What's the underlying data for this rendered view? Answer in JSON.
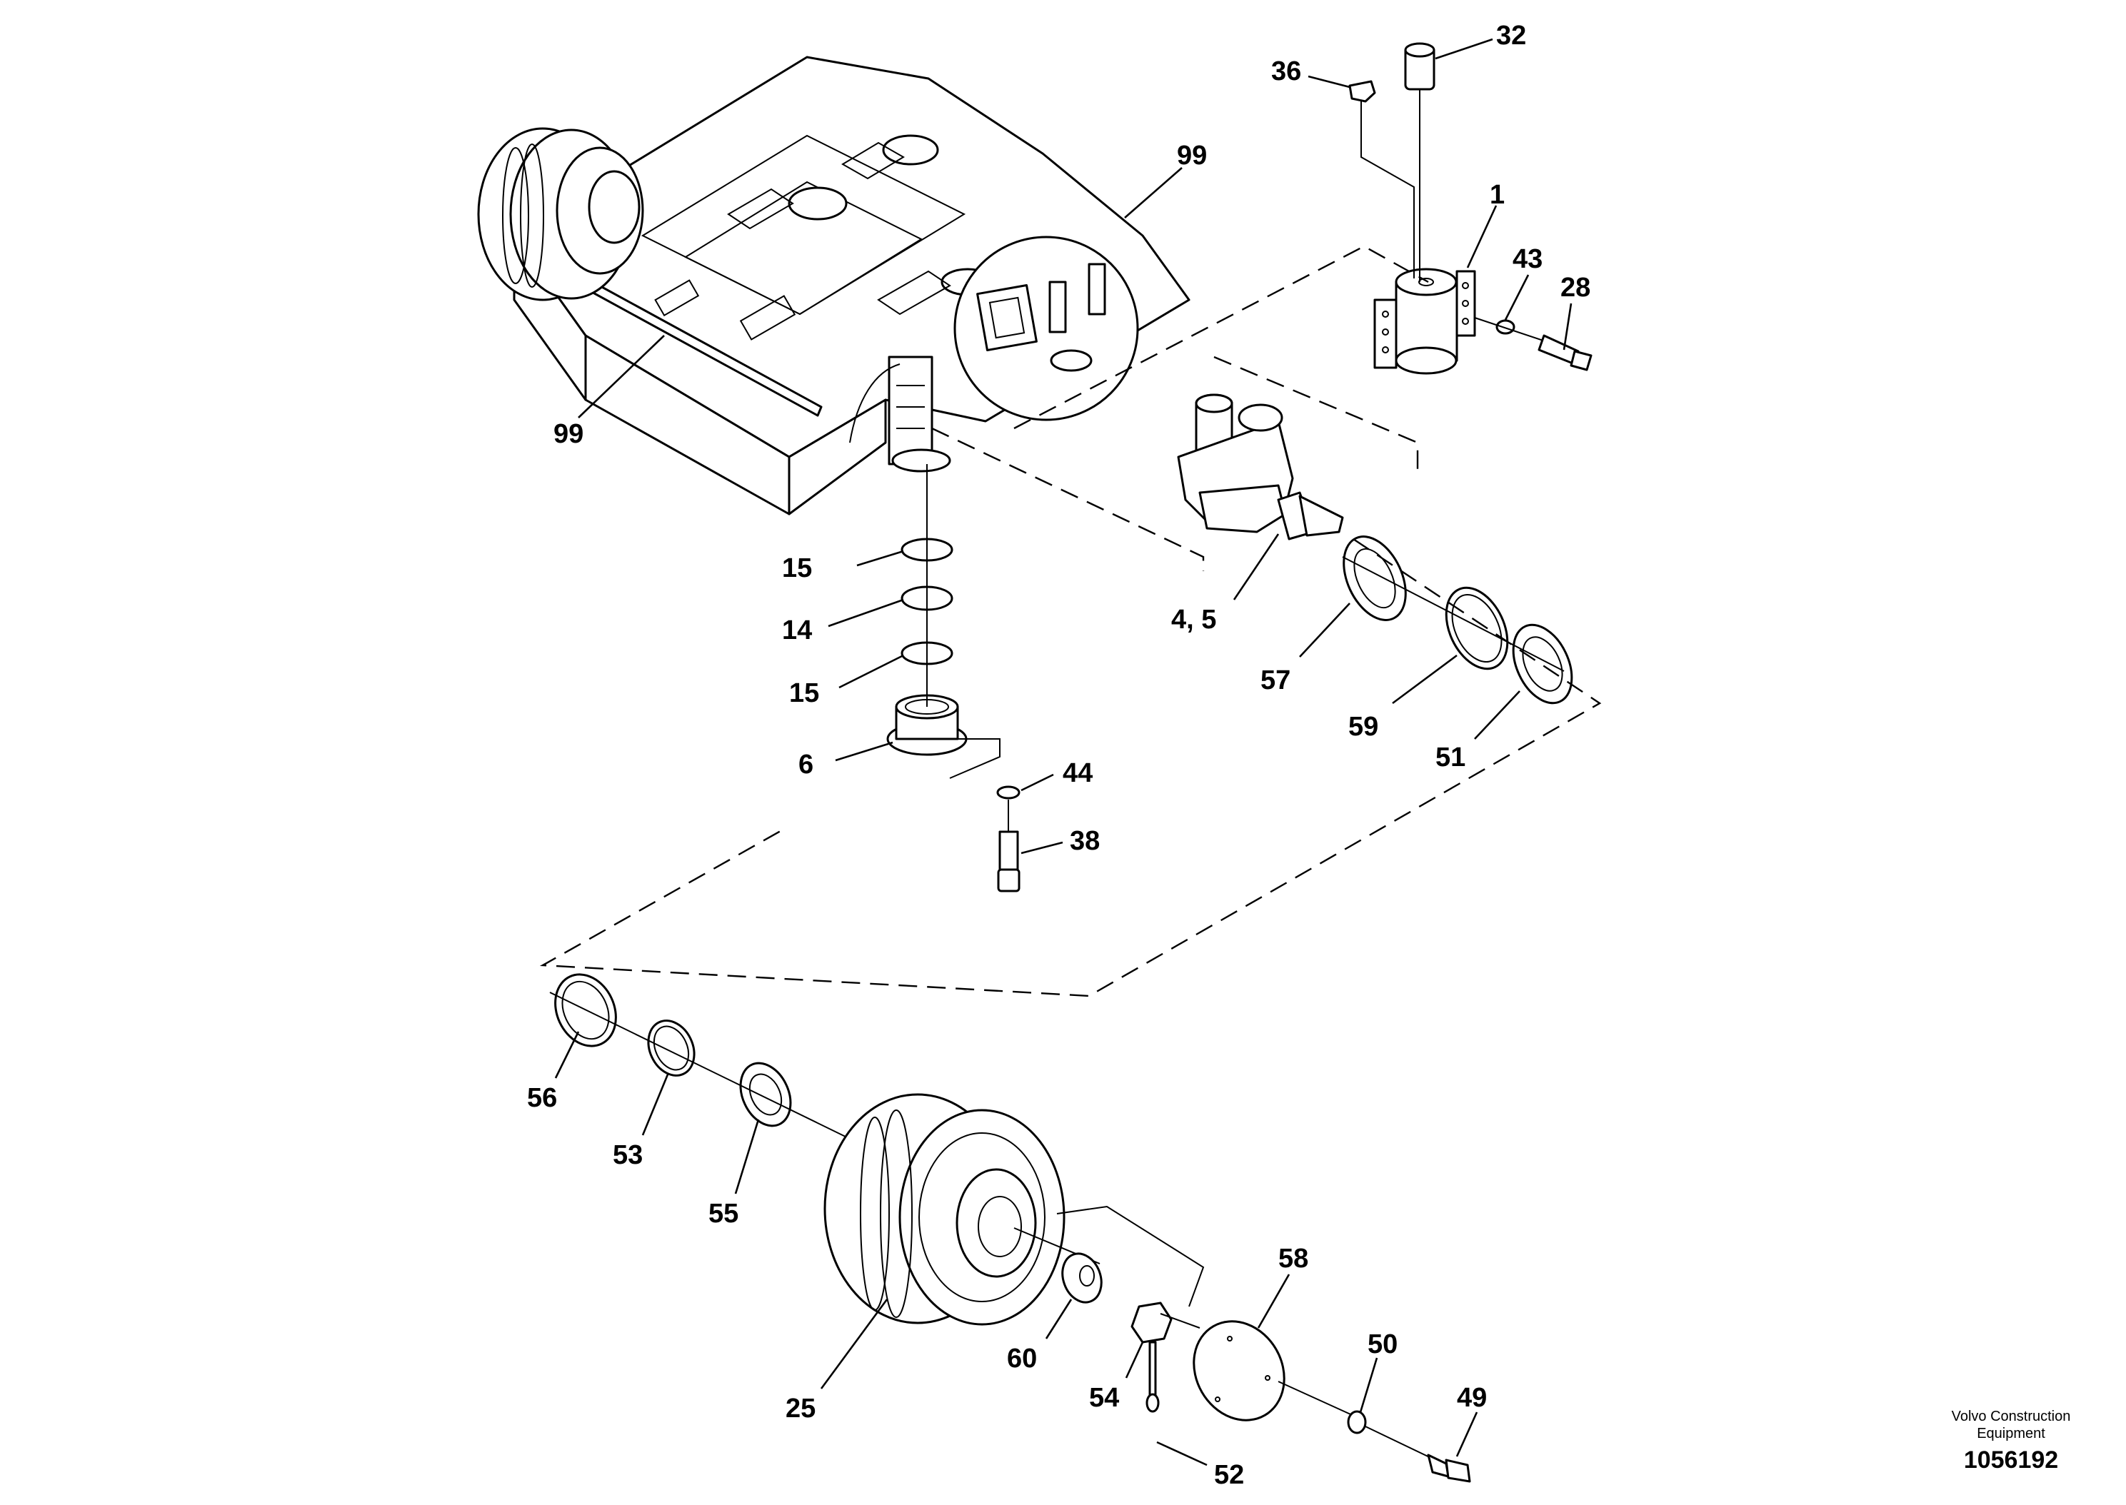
{
  "labels": {
    "p99a": "99",
    "p99b": "99",
    "p36": "36",
    "p32": "32",
    "p1": "1",
    "p43": "43",
    "p28": "28",
    "p15a": "15",
    "p14": "14",
    "p15b": "15",
    "p6": "6",
    "p44": "44",
    "p38": "38",
    "p4_5": "4,  5",
    "p57": "57",
    "p59": "59",
    "p51": "51",
    "p56": "56",
    "p53": "53",
    "p55": "55",
    "p25": "25",
    "p60": "60",
    "p54": "54",
    "p58": "58",
    "p50": "50",
    "p49": "49",
    "p52": "52"
  },
  "footer": {
    "maker_line1": "Volvo Construction",
    "maker_line2": "Equipment",
    "figure_number": "1056192"
  }
}
